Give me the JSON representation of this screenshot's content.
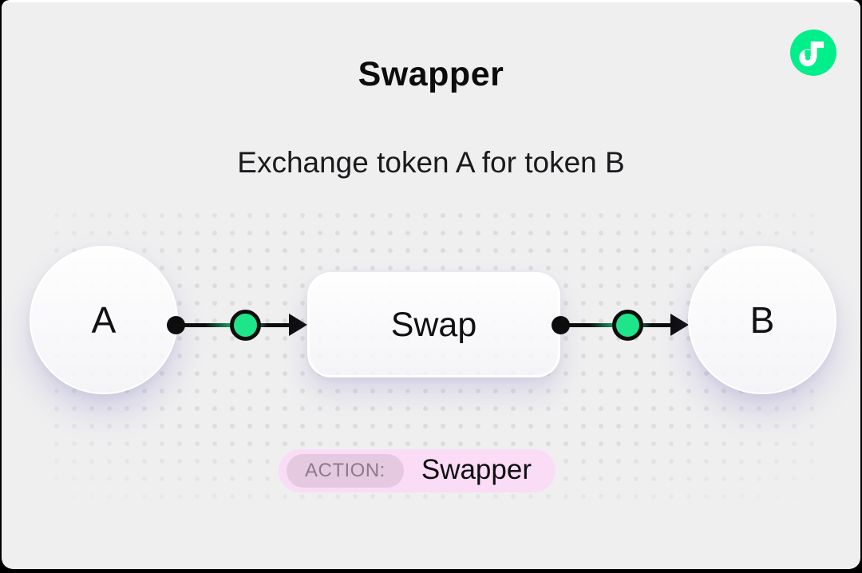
{
  "colors": {
    "canvas-bg": "#EFEFF0",
    "dot-grid": "#DCDCDE",
    "flow-green": "#00EF8B",
    "connector-green": "#1EE48A",
    "line-black": "#0D0D0D",
    "badge-bg": "#FADCF7",
    "badge-label-bg": "#E5C9E0",
    "badge-label-text": "#8D7A8B"
  },
  "header": {
    "title": "Swapper",
    "subtitle": "Exchange token A for token B",
    "logo_icon": "flow-logo"
  },
  "diagram": {
    "nodes": [
      {
        "id": "token-a",
        "label": "A"
      },
      {
        "id": "swap-action",
        "label": "Swap"
      },
      {
        "id": "token-b",
        "label": "B"
      }
    ]
  },
  "badge": {
    "label": "ACTION:",
    "value": "Swapper"
  }
}
